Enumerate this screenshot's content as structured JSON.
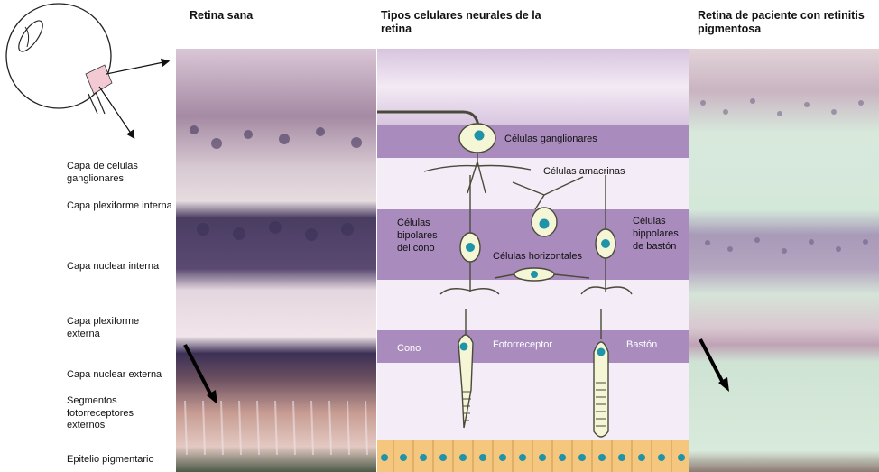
{
  "titles": {
    "healthy": "Retina sana",
    "cell_types": "Tipos celulares neurales de la retina",
    "patient": "Retina de paciente con retinitis pigmentosa"
  },
  "layer_labels": [
    "Capa de celulas ganglionares",
    "Capa plexiforme interna",
    "Capa nuclear interna",
    "Capa plexiforme externa",
    "Capa nuclear externa",
    "Segmentos fotorreceptores externos",
    "Epitelio pigmentario"
  ],
  "cell_labels": {
    "ganglion": "Células ganglionares",
    "amacrine": "Células amacrinas",
    "cone_bipolar": "Células bipolares del cono",
    "horizontal": "Células horizontales",
    "rod_bipolar": "Células bippolares de bastón",
    "cone": "Cono",
    "photoreceptor": "Fotorreceptor",
    "rod": "Bastón"
  },
  "colors": {
    "band_dark": "#a98bbd",
    "band_light": "#f1e6f4",
    "cell_fill": "#f4f6d6",
    "cell_stroke": "#4a4a3a",
    "nucleus": "#1f93a8",
    "epithelium": "#f5c77e",
    "healthy_tissue": "#c7adc4",
    "patient_tissue": "#cfe4d4"
  }
}
